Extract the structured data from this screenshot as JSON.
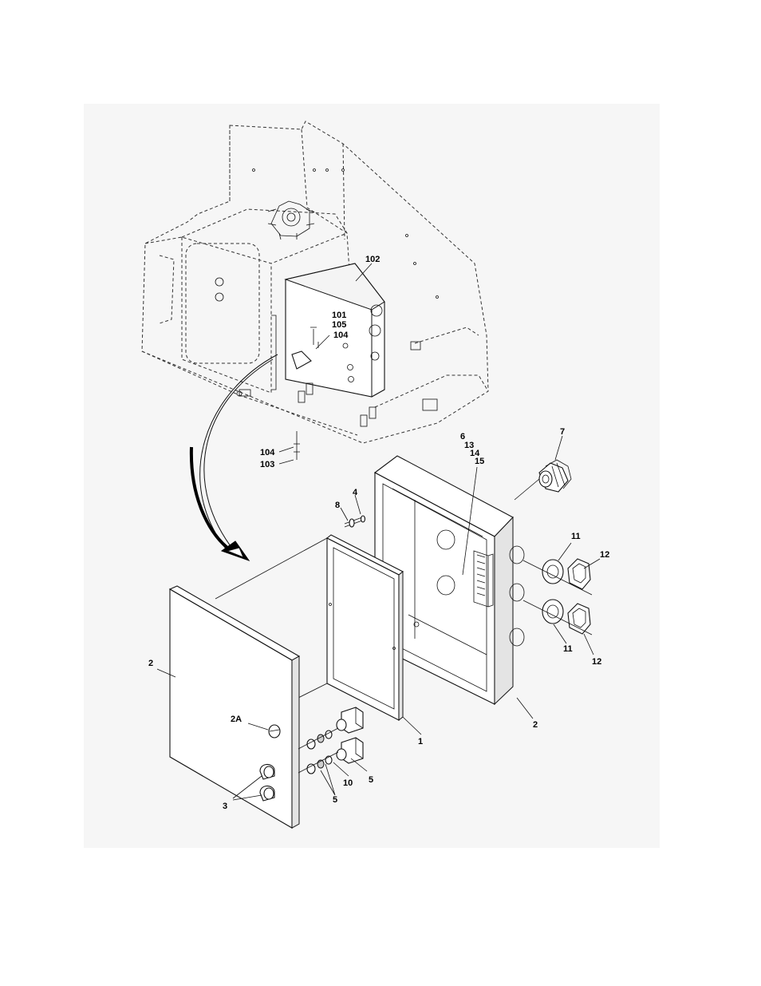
{
  "figure": {
    "callouts": {
      "c102": "102",
      "c101": "101",
      "c105": "105",
      "c104a": "104",
      "c104b": "104",
      "c103": "103",
      "c6": "6",
      "c13": "13",
      "c14": "14",
      "c15": "15",
      "c7": "7",
      "c4": "4",
      "c8": "8",
      "c11a": "11",
      "c12a": "12",
      "c11b": "11",
      "c12b": "12",
      "c2a": "2",
      "c2b": "2",
      "c1": "1",
      "c2A": "2A",
      "c3": "3",
      "c5a": "5",
      "c5b": "5",
      "c10": "10"
    }
  }
}
